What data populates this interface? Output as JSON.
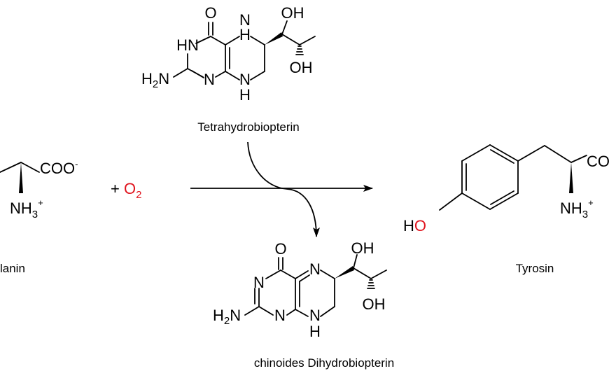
{
  "labels": {
    "top_reagent": "Tetrahydrobiopterin",
    "bottom_product": "chinoides Dihydrobiopterin",
    "left_substrate": "lanin",
    "right_product": "Tyrosin"
  },
  "oxygen": {
    "plus": "+ ",
    "symbol": "O",
    "count": "2"
  },
  "atoms": {
    "O": "O",
    "OH": "OH",
    "HN": "HN",
    "H": "H",
    "N": "N",
    "H2N_H": "H",
    "H2N_2": "2",
    "H2N_N": "N",
    "COO": "COO",
    "minus": "-",
    "NH3_N": "NH",
    "NH3_3": "3",
    "plus": "+",
    "HO_H": "H",
    "HO_O": "O",
    "CO": "CO"
  },
  "colors": {
    "highlight": "#e0141e"
  }
}
